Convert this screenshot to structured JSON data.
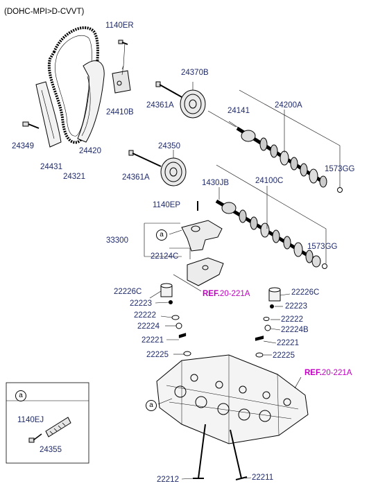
{
  "header": "(DOHC-MPI>D-CVVT)",
  "callout_letter": "a",
  "refs": [
    {
      "bold": "REF.",
      "rest": "20-221A"
    },
    {
      "bold": "REF.",
      "rest": "20-221A"
    }
  ],
  "labels": {
    "p1140ER": "1140ER",
    "p24370B": "24370B",
    "p24410B": "24410B",
    "p24361A_1": "24361A",
    "p24141": "24141",
    "p24200A": "24200A",
    "p24349": "24349",
    "p24420": "24420",
    "p24431": "24431",
    "p24321": "24321",
    "p1573GG_1": "1573GG",
    "p24350": "24350",
    "p24361A_2": "24361A",
    "p1430JB": "1430JB",
    "p24100C": "24100C",
    "p1140EP": "1140EP",
    "p33300": "33300",
    "p22124C": "22124C",
    "p1573GG_2": "1573GG",
    "p22226C_L": "22226C",
    "p22223_L": "22223",
    "p22222_L": "22222",
    "p22224": "22224",
    "p22221_L": "22221",
    "p22225_L": "22225",
    "p22226C_R": "22226C",
    "p22223_R": "22223",
    "p22222_R": "22222",
    "p22224B": "22224B",
    "p22221_R": "22221",
    "p22225_R": "22225",
    "p1140EJ": "1140EJ",
    "p24355": "24355",
    "p22212": "22212",
    "p22211": "22211"
  }
}
